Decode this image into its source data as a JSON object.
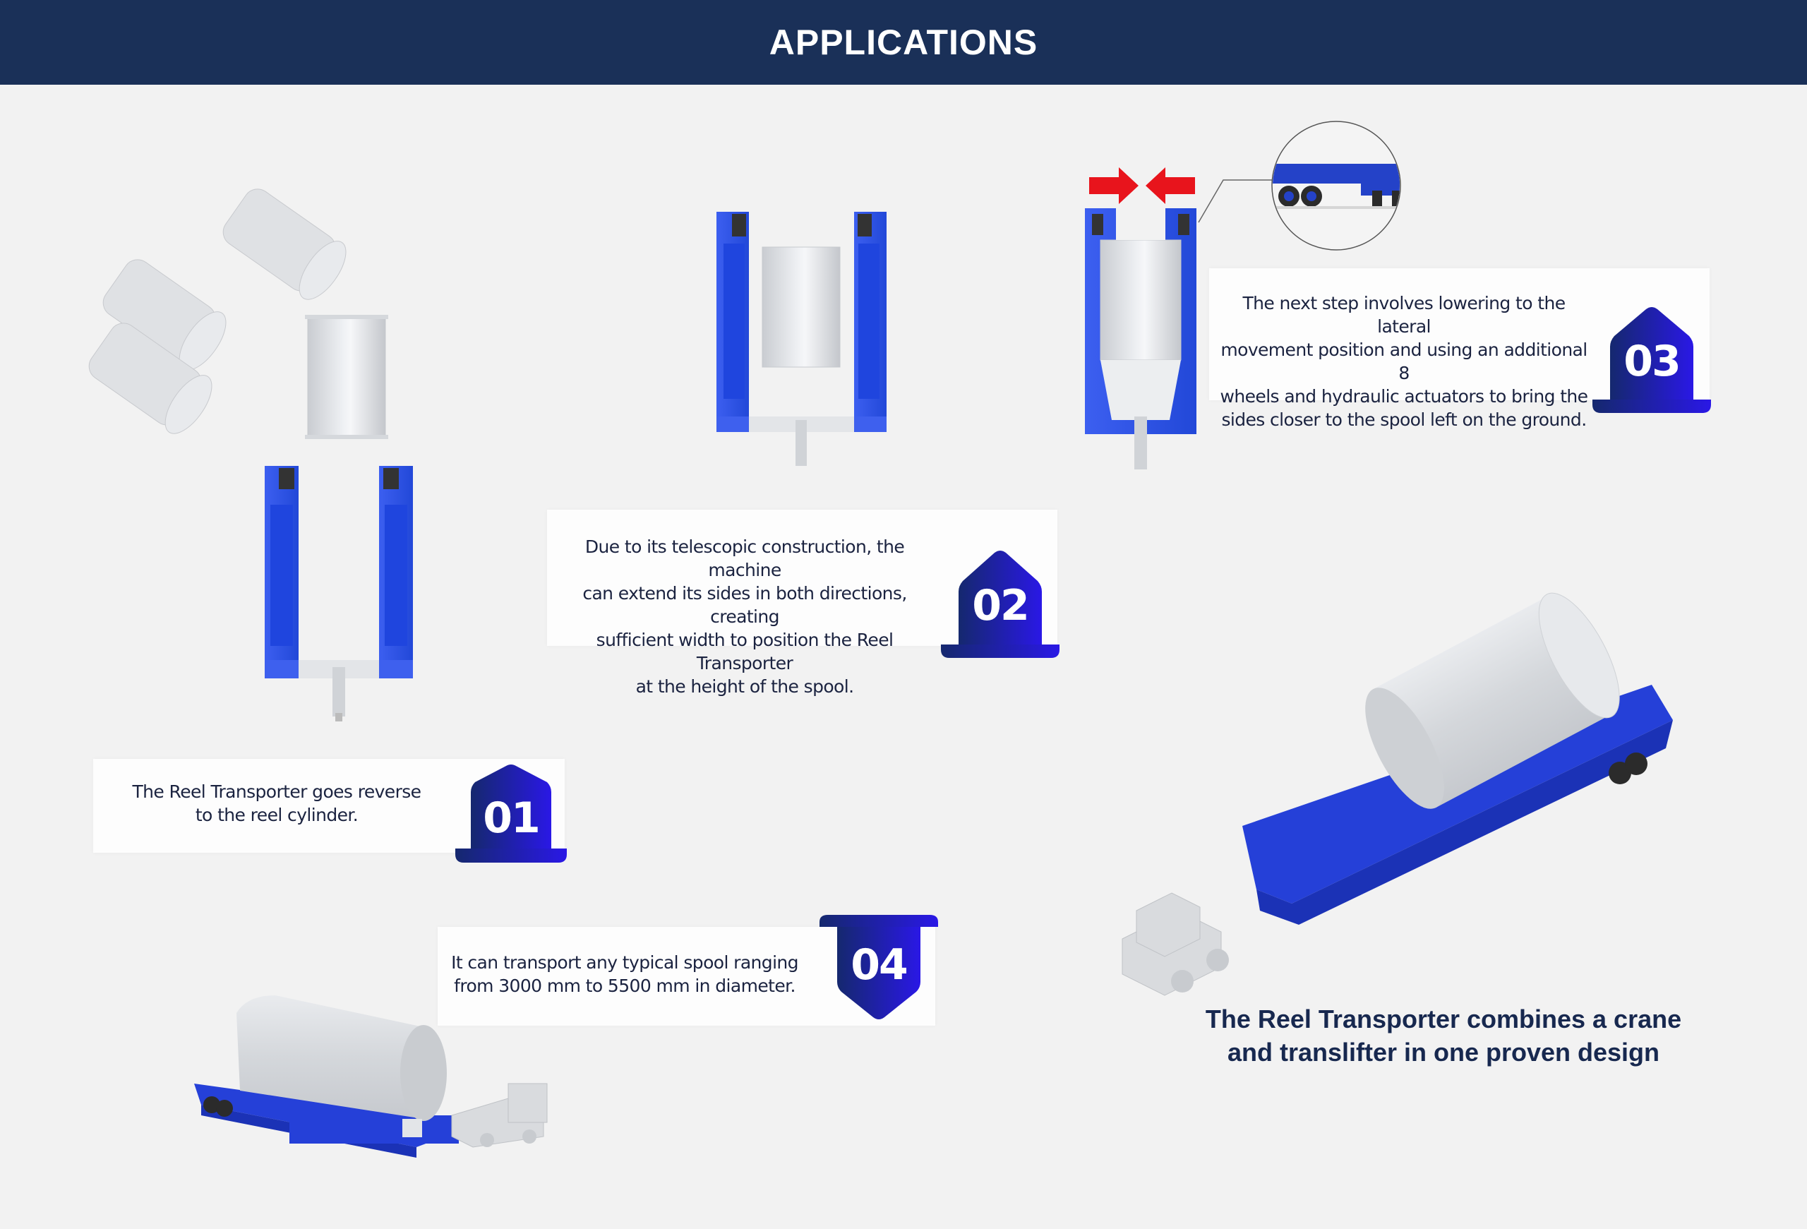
{
  "header": {
    "title": "APPLICATIONS"
  },
  "colors": {
    "header_bg": "#1a3058",
    "badge_dark": "#142a7a",
    "badge_bright": "#2a1fe8",
    "machine_blue": "#2a4fe0",
    "arrow_red": "#e8141c",
    "text": "#1b2340"
  },
  "steps": [
    {
      "number": "01",
      "text": "The Reel Transporter goes reverse\nto the reel cylinder.",
      "badge_shape": "arrow-up"
    },
    {
      "number": "02",
      "text": "Due to its telescopic construction, the machine\ncan extend its sides in both directions, creating\nsufficient width to position the Reel Transporter\nat the height of the spool.",
      "badge_shape": "arrow-up"
    },
    {
      "number": "03",
      "text": "The next step involves lowering to the lateral\nmovement position and using an additional 8\nwheels and hydraulic actuators to bring the\nsides closer to the spool left on the ground.",
      "badge_shape": "arrow-up"
    },
    {
      "number": "04",
      "text": "It can transport any typical spool ranging\nfrom 3000 mm to 5500 mm in diameter.",
      "badge_shape": "arrow-down"
    }
  ],
  "tagline": "The Reel Transporter combines a crane\nand translifter in one proven design",
  "illustrations": [
    {
      "name": "spools-top-view",
      "icon": "spool-icon"
    },
    {
      "name": "transporter-top-view-open",
      "icon": "transporter-icon"
    },
    {
      "name": "transporter-top-view-extended",
      "icon": "transporter-icon"
    },
    {
      "name": "transporter-top-view-closed",
      "icon": "transporter-icon"
    },
    {
      "name": "compress-arrows",
      "icon": "arrow-icon"
    },
    {
      "name": "wheels-detail-magnifier",
      "icon": "magnifier-icon"
    },
    {
      "name": "transporter-iso-large",
      "icon": "truck-icon"
    },
    {
      "name": "transporter-iso-small",
      "icon": "truck-icon"
    }
  ]
}
